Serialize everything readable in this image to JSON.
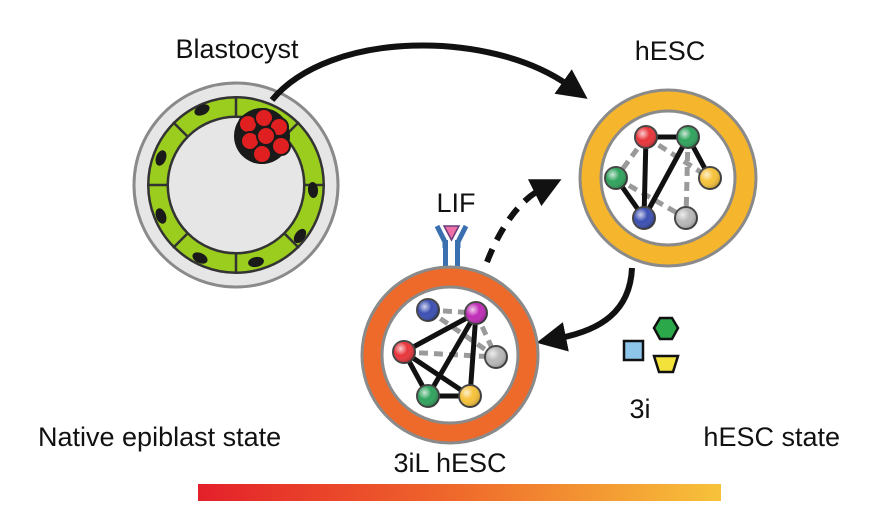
{
  "labels": {
    "blastocyst": "Blastocyst",
    "hesc": "hESC",
    "lif": "LIF",
    "three_il_hesc": "3iL hESC",
    "three_i": "3i",
    "native_state": "Native epiblast state",
    "hesc_state": "hESC state"
  },
  "colors": {
    "trophectoderm": "#9acd1e",
    "icm": "#e02020",
    "hesc_ring": "#f5b52c",
    "three_il_ring": "#ee6a2b",
    "node_red": "#e8343a",
    "node_green": "#2fa35c",
    "node_yellow": "#f7c23a",
    "node_blue": "#3b4fb3",
    "node_magenta": "#c02bb7",
    "node_grey": "#b9b9b9",
    "inhibitor_blue": "#8ec6ea",
    "inhibitor_green": "#2aa84a",
    "inhibitor_yellow": "#f2e23a",
    "lif_receptor": "#3a6fb0",
    "lif_ligand": "#ef6fa8",
    "gradient_start": "#e4202a",
    "gradient_end": "#f7c23a"
  }
}
